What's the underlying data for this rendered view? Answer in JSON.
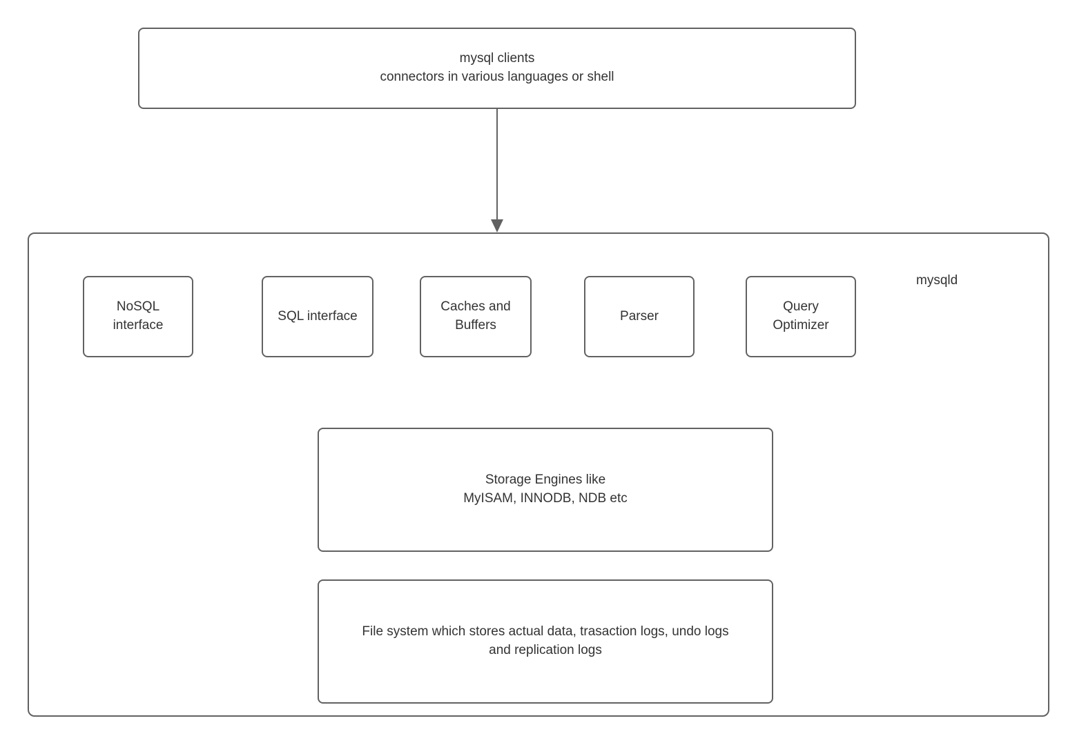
{
  "diagram": {
    "title_semantic": "MySQL architecture diagram",
    "clients_box": {
      "label": "mysql clients\nconnectors in various languages or shell"
    },
    "arrow": {
      "direction": "down",
      "from": "clients_box",
      "to": "mysqld_container"
    },
    "mysqld_container": {
      "label": "mysqld"
    },
    "components": [
      {
        "label": "NoSQL\ninterface"
      },
      {
        "label": "SQL interface"
      },
      {
        "label": "Caches and\nBuffers"
      },
      {
        "label": "Parser"
      },
      {
        "label": "Query\nOptimizer"
      }
    ],
    "storage_box": {
      "label": "Storage Engines like\nMyISAM, INNODB, NDB etc"
    },
    "filesystem_box": {
      "label": "File system which stores actual data, trasaction logs, undo logs\nand replication logs"
    },
    "colors": {
      "border": "#616161",
      "text": "#333333",
      "background": "#ffffff"
    }
  }
}
